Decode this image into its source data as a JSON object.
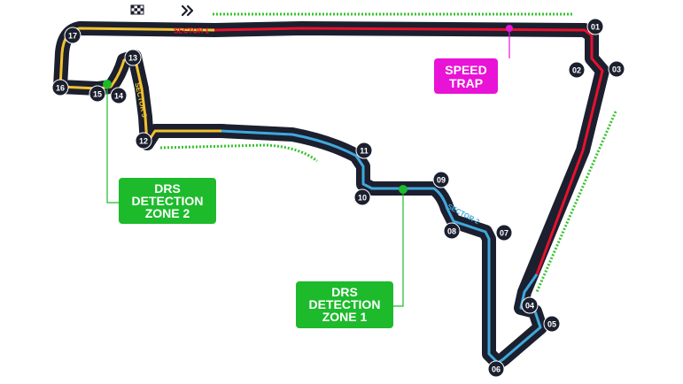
{
  "colors": {
    "track": "#1b1f2e",
    "sector1": "#e8112d",
    "sector2": "#3fa8dc",
    "sector3": "#f2c12e",
    "drs_box": "#1dba2c",
    "speed_trap": "#e813d6",
    "drs_zone_dots": "#37c42f"
  },
  "labels": {
    "sector1": "SECTOR 1",
    "sector2": "SECTOR 2",
    "sector3": "SECTOR 3",
    "speed_trap": [
      "SPEED",
      "TRAP"
    ],
    "drs_detection_1": [
      "DRS",
      "DETECTION",
      "ZONE 1"
    ],
    "drs_detection_2": [
      "DRS",
      "DETECTION",
      "ZONE 2"
    ]
  },
  "turns": [
    "01",
    "02",
    "03",
    "04",
    "05",
    "06",
    "07",
    "08",
    "09",
    "10",
    "11",
    "12",
    "13",
    "14",
    "15",
    "16",
    "17"
  ],
  "icons": {
    "start_finish": "chequered-flag-icon",
    "direction": "direction-chevrons-icon"
  }
}
